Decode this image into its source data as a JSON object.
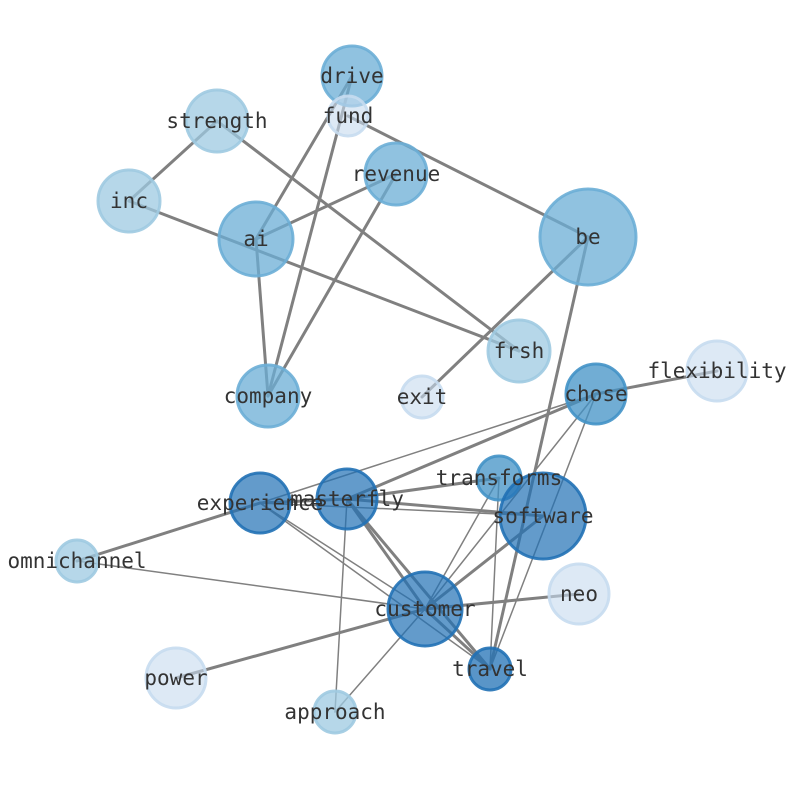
{
  "graph": {
    "nodes": [
      {
        "id": "drive",
        "label": "drive",
        "color": "#6baed6",
        "opacity": 0.75
      },
      {
        "id": "fund",
        "label": "fund",
        "color": "#c6dbef",
        "opacity": 0.6
      },
      {
        "id": "strength",
        "label": "strength",
        "color": "#9ecae1",
        "opacity": 0.75
      },
      {
        "id": "revenue",
        "label": "revenue",
        "color": "#6baed6",
        "opacity": 0.75
      },
      {
        "id": "inc",
        "label": "inc",
        "color": "#9ecae1",
        "opacity": 0.75
      },
      {
        "id": "ai",
        "label": "ai",
        "color": "#6baed6",
        "opacity": 0.75
      },
      {
        "id": "be",
        "label": "be",
        "color": "#6baed6",
        "opacity": 0.75
      },
      {
        "id": "frsh",
        "label": "frsh",
        "color": "#9ecae1",
        "opacity": 0.75
      },
      {
        "id": "flexibility",
        "label": "flexibility",
        "color": "#c6dbef",
        "opacity": 0.6
      },
      {
        "id": "company",
        "label": "company",
        "color": "#6baed6",
        "opacity": 0.75
      },
      {
        "id": "exit",
        "label": "exit",
        "color": "#c6dbef",
        "opacity": 0.6
      },
      {
        "id": "chose",
        "label": "chose",
        "color": "#4292c6",
        "opacity": 0.75
      },
      {
        "id": "transforms",
        "label": "transforms",
        "color": "#4292c6",
        "opacity": 0.75
      },
      {
        "id": "experience",
        "label": "experience",
        "color": "#2171b5",
        "opacity": 0.7
      },
      {
        "id": "masterfly",
        "label": "masterfly",
        "color": "#2171b5",
        "opacity": 0.7
      },
      {
        "id": "software",
        "label": "software",
        "color": "#2171b5",
        "opacity": 0.7
      },
      {
        "id": "omnichannel",
        "label": "omnichannel",
        "color": "#9ecae1",
        "opacity": 0.75
      },
      {
        "id": "neo",
        "label": "neo",
        "color": "#c6dbef",
        "opacity": 0.6
      },
      {
        "id": "customer",
        "label": "customer",
        "color": "#2171b5",
        "opacity": 0.7
      },
      {
        "id": "travel",
        "label": "travel",
        "color": "#2171b5",
        "opacity": 0.75
      },
      {
        "id": "power",
        "label": "power",
        "color": "#c6dbef",
        "opacity": 0.6
      },
      {
        "id": "approach",
        "label": "approach",
        "color": "#9ecae1",
        "opacity": 0.75
      }
    ],
    "edges": [
      {
        "source": "drive",
        "target": "ai",
        "weight": 3
      },
      {
        "source": "drive",
        "target": "company",
        "weight": 3
      },
      {
        "source": "fund",
        "target": "be",
        "weight": 3
      },
      {
        "source": "strength",
        "target": "inc",
        "weight": 3
      },
      {
        "source": "strength",
        "target": "frsh",
        "weight": 3
      },
      {
        "source": "inc",
        "target": "frsh",
        "weight": 3
      },
      {
        "source": "revenue",
        "target": "ai",
        "weight": 3
      },
      {
        "source": "revenue",
        "target": "company",
        "weight": 3
      },
      {
        "source": "ai",
        "target": "company",
        "weight": 3
      },
      {
        "source": "be",
        "target": "exit",
        "weight": 3
      },
      {
        "source": "be",
        "target": "travel",
        "weight": 3
      },
      {
        "source": "chose",
        "target": "flexibility",
        "weight": 3
      },
      {
        "source": "chose",
        "target": "masterfly",
        "weight": 3
      },
      {
        "source": "chose",
        "target": "experience",
        "weight": 1.5
      },
      {
        "source": "chose",
        "target": "customer",
        "weight": 1.5
      },
      {
        "source": "chose",
        "target": "travel",
        "weight": 1.5
      },
      {
        "source": "experience",
        "target": "omnichannel",
        "weight": 3
      },
      {
        "source": "experience",
        "target": "masterfly",
        "weight": 3
      },
      {
        "source": "experience",
        "target": "travel",
        "weight": 1.5
      },
      {
        "source": "experience",
        "target": "customer",
        "weight": 1.5
      },
      {
        "source": "masterfly",
        "target": "transforms",
        "weight": 3
      },
      {
        "source": "masterfly",
        "target": "software",
        "weight": 3
      },
      {
        "source": "masterfly",
        "target": "customer",
        "weight": 3
      },
      {
        "source": "masterfly",
        "target": "travel",
        "weight": 3
      },
      {
        "source": "masterfly",
        "target": "approach",
        "weight": 1.5
      },
      {
        "source": "experience",
        "target": "software",
        "weight": 1.5
      },
      {
        "source": "transforms",
        "target": "customer",
        "weight": 1.5
      },
      {
        "source": "transforms",
        "target": "travel",
        "weight": 1.5
      },
      {
        "source": "software",
        "target": "customer",
        "weight": 3
      },
      {
        "source": "omnichannel",
        "target": "customer",
        "weight": 1.5
      },
      {
        "source": "customer",
        "target": "neo",
        "weight": 3
      },
      {
        "source": "customer",
        "target": "power",
        "weight": 3
      },
      {
        "source": "customer",
        "target": "approach",
        "weight": 1.5
      },
      {
        "source": "customer",
        "target": "travel",
        "weight": 3
      }
    ]
  },
  "edge_color": "#808080",
  "node_stroke_color": "#4a90c4"
}
